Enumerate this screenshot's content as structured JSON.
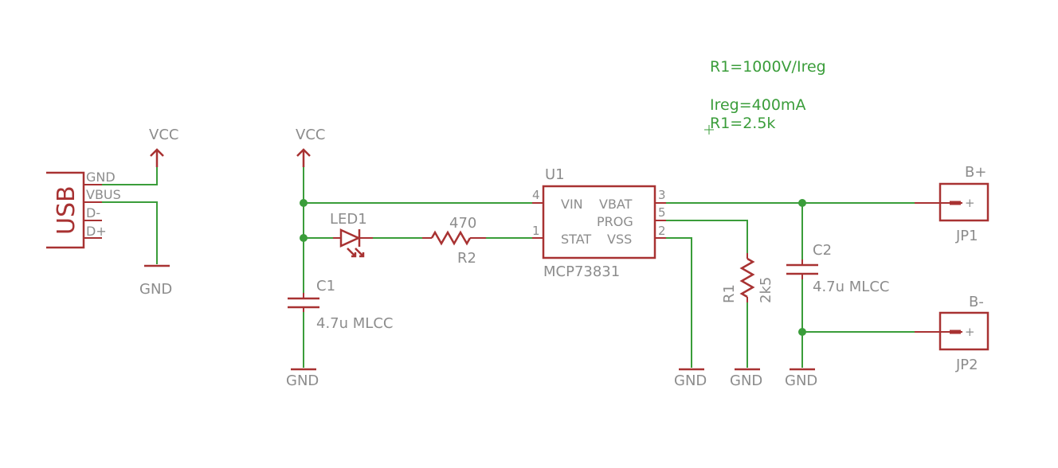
{
  "colors": {
    "wire": "#3a9d3a",
    "symbol": "#a83232",
    "label": "#8c8c8c",
    "note": "#3a9d3a"
  },
  "notes": {
    "formula": "R1=1000V/Ireg",
    "ireg": "Ireg=400mA",
    "r1": "R1=2.5k"
  },
  "usb": {
    "name": "USB",
    "pins": {
      "gnd": "GND",
      "vbus": "VBUS",
      "dminus": "D-",
      "dplus": "D+"
    },
    "vcc": "VCC",
    "gnd": "GND"
  },
  "supply": {
    "vcc": "VCC",
    "gnd_c1": "GND",
    "gnd_vss": "GND",
    "gnd_r1": "GND",
    "gnd_c2": "GND"
  },
  "led1": {
    "name": "LED1"
  },
  "r2": {
    "name": "R2",
    "value": "470"
  },
  "c1": {
    "name": "C1",
    "value": "4.7u MLCC"
  },
  "u1": {
    "name": "U1",
    "part": "MCP73831",
    "pins": {
      "vin": "VIN",
      "vbat": "VBAT",
      "prog": "PROG",
      "stat": "STAT",
      "vss": "VSS"
    },
    "pin_numbers": {
      "vin": "4",
      "stat": "1",
      "vbat": "3",
      "prog": "5",
      "vss": "2"
    }
  },
  "r1": {
    "name": "R1",
    "value": "2k5"
  },
  "c2": {
    "name": "C2",
    "value": "4.7u MLCC"
  },
  "jp1": {
    "name": "JP1",
    "label": "B+",
    "pin": "+"
  },
  "jp2": {
    "name": "JP2",
    "label": "B-",
    "pin": "+"
  }
}
